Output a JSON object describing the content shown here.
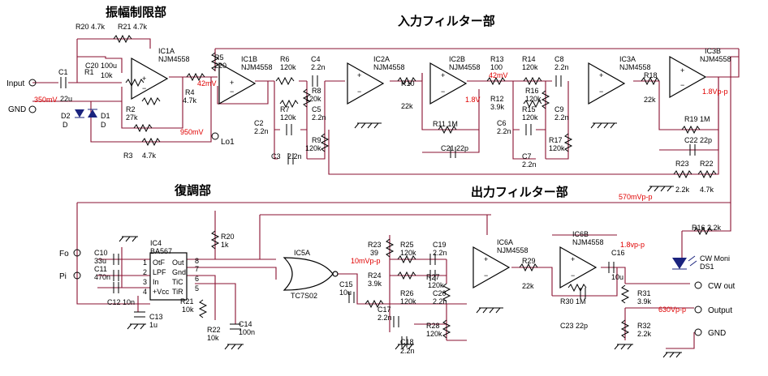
{
  "sections": {
    "amp_limit": "振幅制限部",
    "input_filter": "入力フィルター部",
    "demod": "復調部",
    "output_filter": "出力フィルター部"
  },
  "ports": {
    "input": "Input",
    "gnd_left": "GND",
    "lo1": "Lo1",
    "fo": "Fo",
    "pi": "Pi",
    "cw_out": "CW out",
    "output": "Output",
    "gnd_right": "GND",
    "cw_moni": "CW Moni",
    "ds1": "DS1"
  },
  "ics": {
    "ic1a": {
      "name": "IC1A",
      "part": "NJM4558"
    },
    "ic1b": {
      "name": "IC1B",
      "part": "NJM4558"
    },
    "ic2a": {
      "name": "IC2A",
      "part": "NJM4558"
    },
    "ic2b": {
      "name": "IC2B",
      "part": "NJM4558"
    },
    "ic3a": {
      "name": "IC3A",
      "part": "NJM4558"
    },
    "ic3b": {
      "name": "IC3B",
      "part": "NJM4558"
    },
    "ic4": {
      "name": "IC4",
      "part": "BA567"
    },
    "ic5a": {
      "name": "IC5A",
      "part": "TC7S02"
    },
    "ic6a": {
      "name": "IC6A",
      "part": "NJM4558"
    },
    "ic6b": {
      "name": "IC6B",
      "part": "NJM4558"
    }
  },
  "ic4_pins": {
    "left": [
      "OtF",
      "LPF",
      "In",
      "+Vcc"
    ],
    "right": [
      "Out",
      "Gnd",
      "TiC",
      "TiR"
    ],
    "left_nums": [
      "1",
      "2",
      "3",
      "4"
    ],
    "right_nums": [
      "8",
      "7",
      "6",
      "5"
    ]
  },
  "components": {
    "r20a": "R20 4.7k",
    "r21a": "R21 4.7k",
    "c20": "C20 100u",
    "c1": "C1",
    "c1v": "22u",
    "r1": "R1",
    "r1v": "10k",
    "r2": "R2",
    "r2v": "27k",
    "d2": "D2",
    "d2v": "D",
    "d1": "D1",
    "d1v": "D",
    "r3": "R3",
    "r3v": "4.7k",
    "r4": "R4",
    "r4v": "4.7k",
    "r5": "R5",
    "r5v": "220",
    "r6": "R6",
    "r6v": "120k",
    "c4": "C4",
    "c4v": "2.2n",
    "r8": "R8",
    "r8v": "120k",
    "r7": "R7",
    "r7v": "120k",
    "c5": "C5",
    "c5v": "2.2n",
    "c2": "C2",
    "c2v": "2.2n",
    "c3": "C3",
    "c3v": "2.2n",
    "r9": "R9",
    "r9v": "120k",
    "r10": "R10",
    "r10v": "22k",
    "r11": "R11 1M",
    "c21": "C21 22p",
    "r13": "R13",
    "r13v": "100",
    "r12": "R12",
    "r12v": "3.9k",
    "r14": "R14",
    "r14v": "120k",
    "c8": "C8",
    "c8v": "2.2n",
    "r16": "R16",
    "r16v": "120k",
    "r15": "R15",
    "r15v": "120k",
    "c9": "C9",
    "c9v": "2.2n",
    "c6": "C6",
    "c6v": "2.2n",
    "c7": "C7",
    "c7v": "2.2n",
    "r17": "R17",
    "r17v": "120k",
    "r18": "R18",
    "r18v": "22k",
    "r19": "R19 1M",
    "c22": "C22 22p",
    "r23b": "R23",
    "r23bv": "2.2k",
    "r22b": "R22",
    "r22bv": "4.7k",
    "c10": "C10",
    "c10v": "33u",
    "c11": "C11",
    "c11v": "470n",
    "c12": "C12 10n",
    "c13": "C13",
    "c13v": "1u",
    "r20b": "R20",
    "r20bv": "1k",
    "r21b": "R21",
    "r21bv": "10k",
    "r22": "R22",
    "r22v": "10k",
    "c14": "C14",
    "c14v": "100n",
    "r16b": "R16 2.2k",
    "r23": "R23",
    "r23v": "39",
    "r24": "R24",
    "r24v": "3.9k",
    "c15": "C15",
    "c15v": "10u",
    "r25": "R25",
    "r25v": "120k",
    "c19": "C19",
    "c19v": "2.2n",
    "r27": "R27",
    "r27v": "120k",
    "c20b": "C20",
    "c20bv": "2.2n",
    "r26": "R26",
    "r26v": "120k",
    "c17": "C17",
    "c17v": "2.2n",
    "r28": "R28",
    "r28v": "120k",
    "c18": "C18",
    "c18v": "2.2n",
    "r29": "R29",
    "r29v": "22k",
    "r30": "R30 1M",
    "c23": "C23 22p",
    "c16": "C16",
    "c16v": "10u",
    "r31": "R31",
    "r31v": "3.9k",
    "r32": "R32",
    "r32v": "2.2k"
  },
  "levels": {
    "in350": "350mV",
    "m42a": "42mV",
    "m42b": "42mV",
    "v18": "1.8V",
    "vp18a": "1.8Vp-p",
    "m950": "950mV",
    "m570": "570mVp-p",
    "m10": "10mVp-p",
    "vp18b": "1.8vp-p",
    "m630": "630Vp-p"
  },
  "colors": {
    "wire": "#8a1030",
    "level": "#e00000",
    "led": "#1a237e"
  }
}
